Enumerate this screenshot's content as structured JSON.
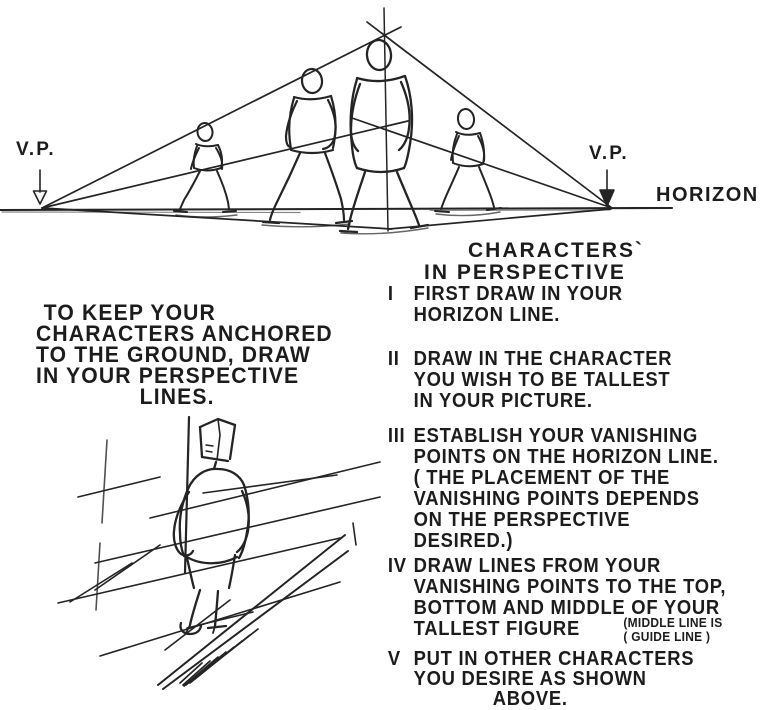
{
  "top_diagram": {
    "vp_left_label": "V.P.",
    "vp_right_label": "V.P.",
    "horizon_label": "HORIZON"
  },
  "left_note": {
    "lines": [
      "TO KEEP YOUR",
      "CHARACTERS ANCHORED",
      "TO THE GROUND, DRAW",
      "IN YOUR PERSPECTIVE",
      "LINES."
    ]
  },
  "instructions": {
    "title_lines": [
      "CHARACTERS`",
      "IN PERSPECTIVE"
    ],
    "items": [
      {
        "numeral": "I",
        "lines": [
          "FIRST DRAW IN YOUR",
          "HORIZON LINE."
        ]
      },
      {
        "numeral": "II",
        "lines": [
          "DRAW IN THE CHARACTER",
          "YOU WISH TO BE TALLEST",
          "IN YOUR PICTURE."
        ]
      },
      {
        "numeral": "III",
        "lines": [
          "ESTABLISH YOUR VANISHING",
          "POINTS ON THE HORIZON LINE.",
          "( THE PLACEMENT OF THE",
          "VANISHING POINTS DEPENDS",
          "ON THE PERSPECTIVE",
          "DESIRED.)"
        ]
      },
      {
        "numeral": "IV",
        "lines": [
          "DRAW LINES FROM YOUR",
          "VANISHING POINTS TO THE TOP,",
          "BOTTOM AND MIDDLE OF YOUR",
          "TALLEST FIGURE"
        ],
        "note_lines": [
          "(MIDDLE LINE IS",
          "( GUIDE LINE )"
        ]
      },
      {
        "numeral": "V",
        "lines": [
          "PUT IN OTHER CHARACTERS",
          "YOU DESIRE AS SHOWN",
          "ABOVE."
        ]
      }
    ]
  },
  "colors": {
    "ink": "#222222",
    "paper": "#ffffff"
  }
}
